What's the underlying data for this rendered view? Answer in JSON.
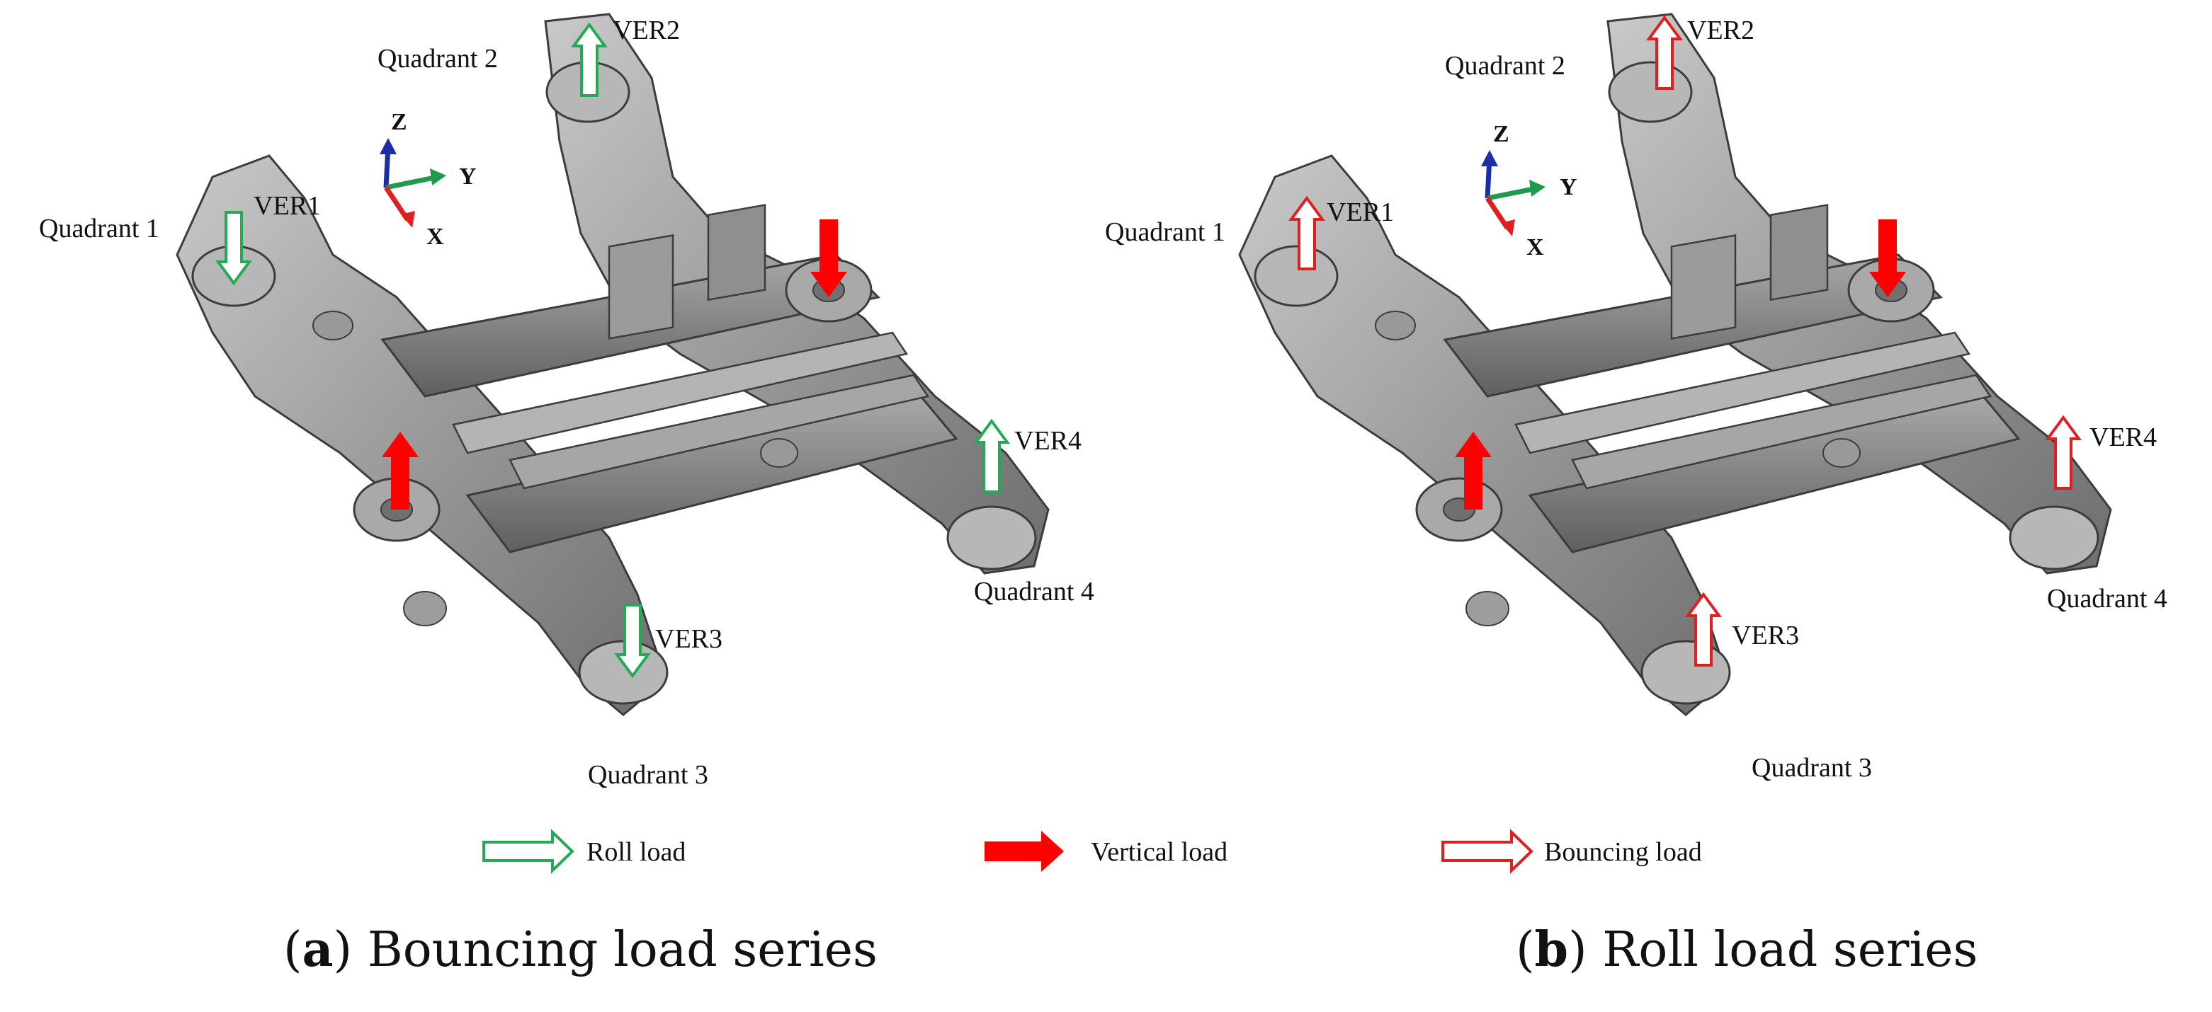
{
  "panels": [
    {
      "id": "a",
      "caption_letter": "a",
      "caption_text": " Bouncing load series",
      "quadrants": [
        "Quadrant 1",
        "Quadrant 2",
        "Quadrant 3",
        "Quadrant 4"
      ],
      "ver_labels": [
        "VER1",
        "VER2",
        "VER3",
        "VER4"
      ],
      "ver_directions": [
        "down",
        "up",
        "down",
        "up"
      ],
      "ver_color": "#22aa55"
    },
    {
      "id": "b",
      "caption_letter": "b",
      "caption_text": " Roll load series",
      "quadrants": [
        "Quadrant 1",
        "Quadrant 2",
        "Quadrant 3",
        "Quadrant 4"
      ],
      "ver_labels": [
        "VER1",
        "VER2",
        "VER3",
        "VER4"
      ],
      "ver_directions": [
        "up",
        "up",
        "up",
        "up"
      ],
      "ver_color": "#e02020"
    }
  ],
  "axes": {
    "z": "Z",
    "y": "Y",
    "x": "X"
  },
  "axis_colors": {
    "z": "#1a2ea8",
    "y": "#1f9a4a",
    "x": "#e02020"
  },
  "legend": [
    {
      "label": "Roll load",
      "color": "#22aa55",
      "style": "hollow"
    },
    {
      "label": "Vertical load",
      "color": "#ff0000",
      "style": "solid"
    },
    {
      "label": "Bouncing load",
      "color": "#e02020",
      "style": "hollow"
    }
  ],
  "vertical_load_color": "#ff0000",
  "frame_color": "#8e8e8e"
}
